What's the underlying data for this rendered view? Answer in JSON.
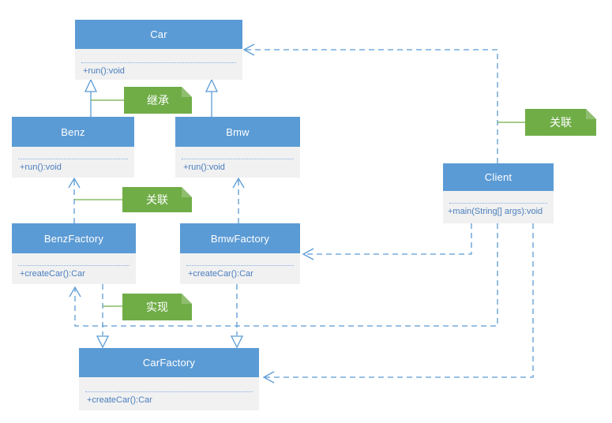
{
  "diagram": {
    "title": "factory-pattern-uml",
    "classes": {
      "car": {
        "name": "Car",
        "method": "+run():void"
      },
      "benz": {
        "name": "Benz",
        "method": "+run():void"
      },
      "bmw": {
        "name": "Bmw",
        "method": "+run():void"
      },
      "benzFactory": {
        "name": "BenzFactory",
        "method": "+createCar():Car"
      },
      "bmwFactory": {
        "name": "BmwFactory",
        "method": "+createCar():Car"
      },
      "client": {
        "name": "Client",
        "method": "+main(String[] args):void"
      },
      "carFactory": {
        "name": "CarFactory",
        "method": "+createCar():Car"
      }
    },
    "notes": {
      "inheritance": "继承",
      "association_left": "关联",
      "realization": "实现",
      "association_right": "关联"
    },
    "relations": [
      {
        "from": "Benz",
        "to": "Car",
        "type": "inheritance"
      },
      {
        "from": "Bmw",
        "to": "Car",
        "type": "inheritance"
      },
      {
        "from": "BenzFactory",
        "to": "Benz",
        "type": "association"
      },
      {
        "from": "BmwFactory",
        "to": "Bmw",
        "type": "association"
      },
      {
        "from": "BenzFactory",
        "to": "CarFactory",
        "type": "realization"
      },
      {
        "from": "BmwFactory",
        "to": "CarFactory",
        "type": "realization"
      },
      {
        "from": "Client",
        "to": "Car",
        "type": "association"
      },
      {
        "from": "Client",
        "to": "BmwFactory",
        "type": "association"
      },
      {
        "from": "Client",
        "to": "BenzFactory",
        "type": "association"
      },
      {
        "from": "Client",
        "to": "CarFactory",
        "type": "association"
      }
    ],
    "colors": {
      "node_header": "#5b9bd5",
      "node_body": "#f1f1f2",
      "connector_blue": "#5b9bd5",
      "note_green": "#70ad47",
      "method_text": "#4a7ebb",
      "background": "#ffffff"
    }
  }
}
